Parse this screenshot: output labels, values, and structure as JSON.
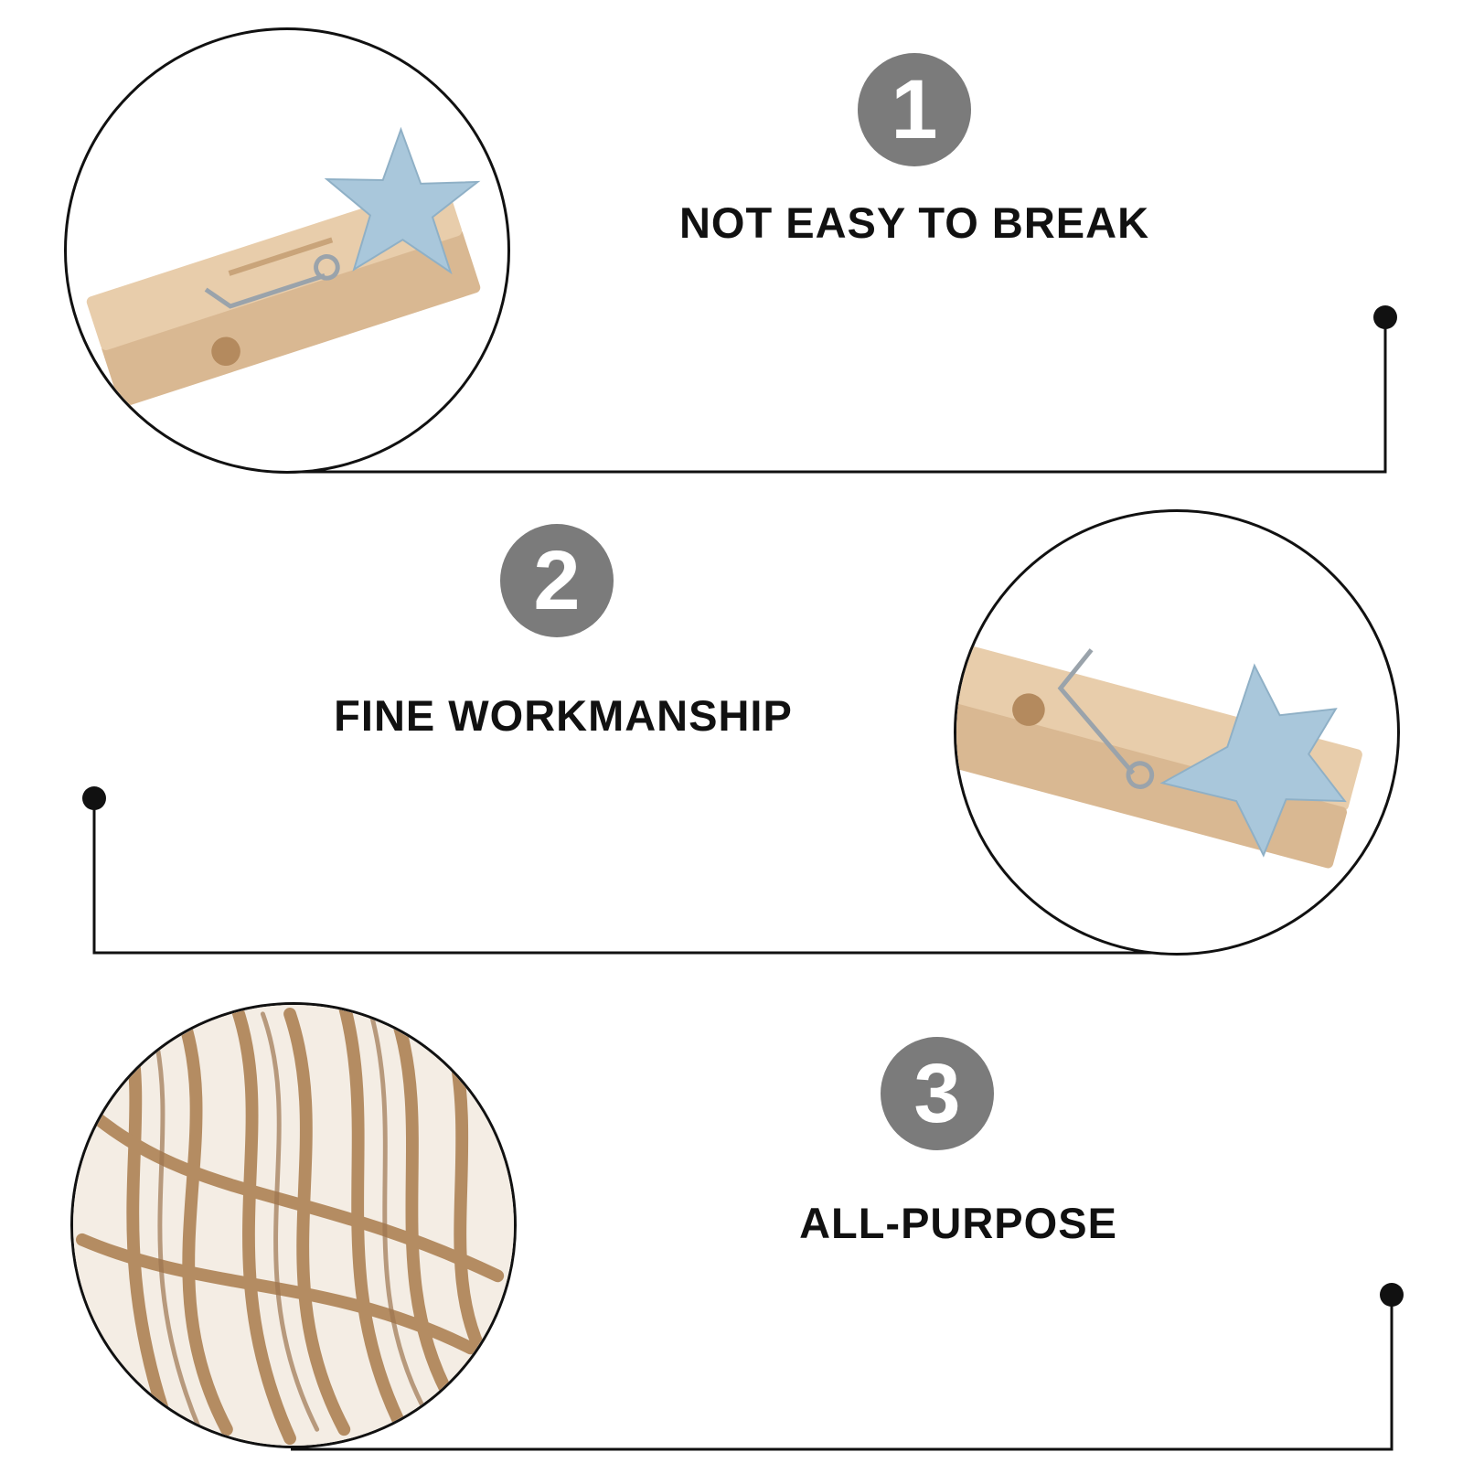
{
  "features": [
    {
      "number": "1",
      "title": "NOT EASY TO BREAK",
      "photo_icon": "star-clothespin-image"
    },
    {
      "number": "2",
      "title": "FINE WORKMANSHIP",
      "photo_icon": "star-clothespin-image"
    },
    {
      "number": "3",
      "title": "ALL-PURPOSE",
      "photo_icon": "jute-twine-image"
    }
  ],
  "colors": {
    "badge": "#7b7b7b",
    "line": "#111111",
    "wood": "#e4c6a3",
    "star": "#a9c7db",
    "twine": "#b48c62",
    "background": "#ffffff"
  }
}
